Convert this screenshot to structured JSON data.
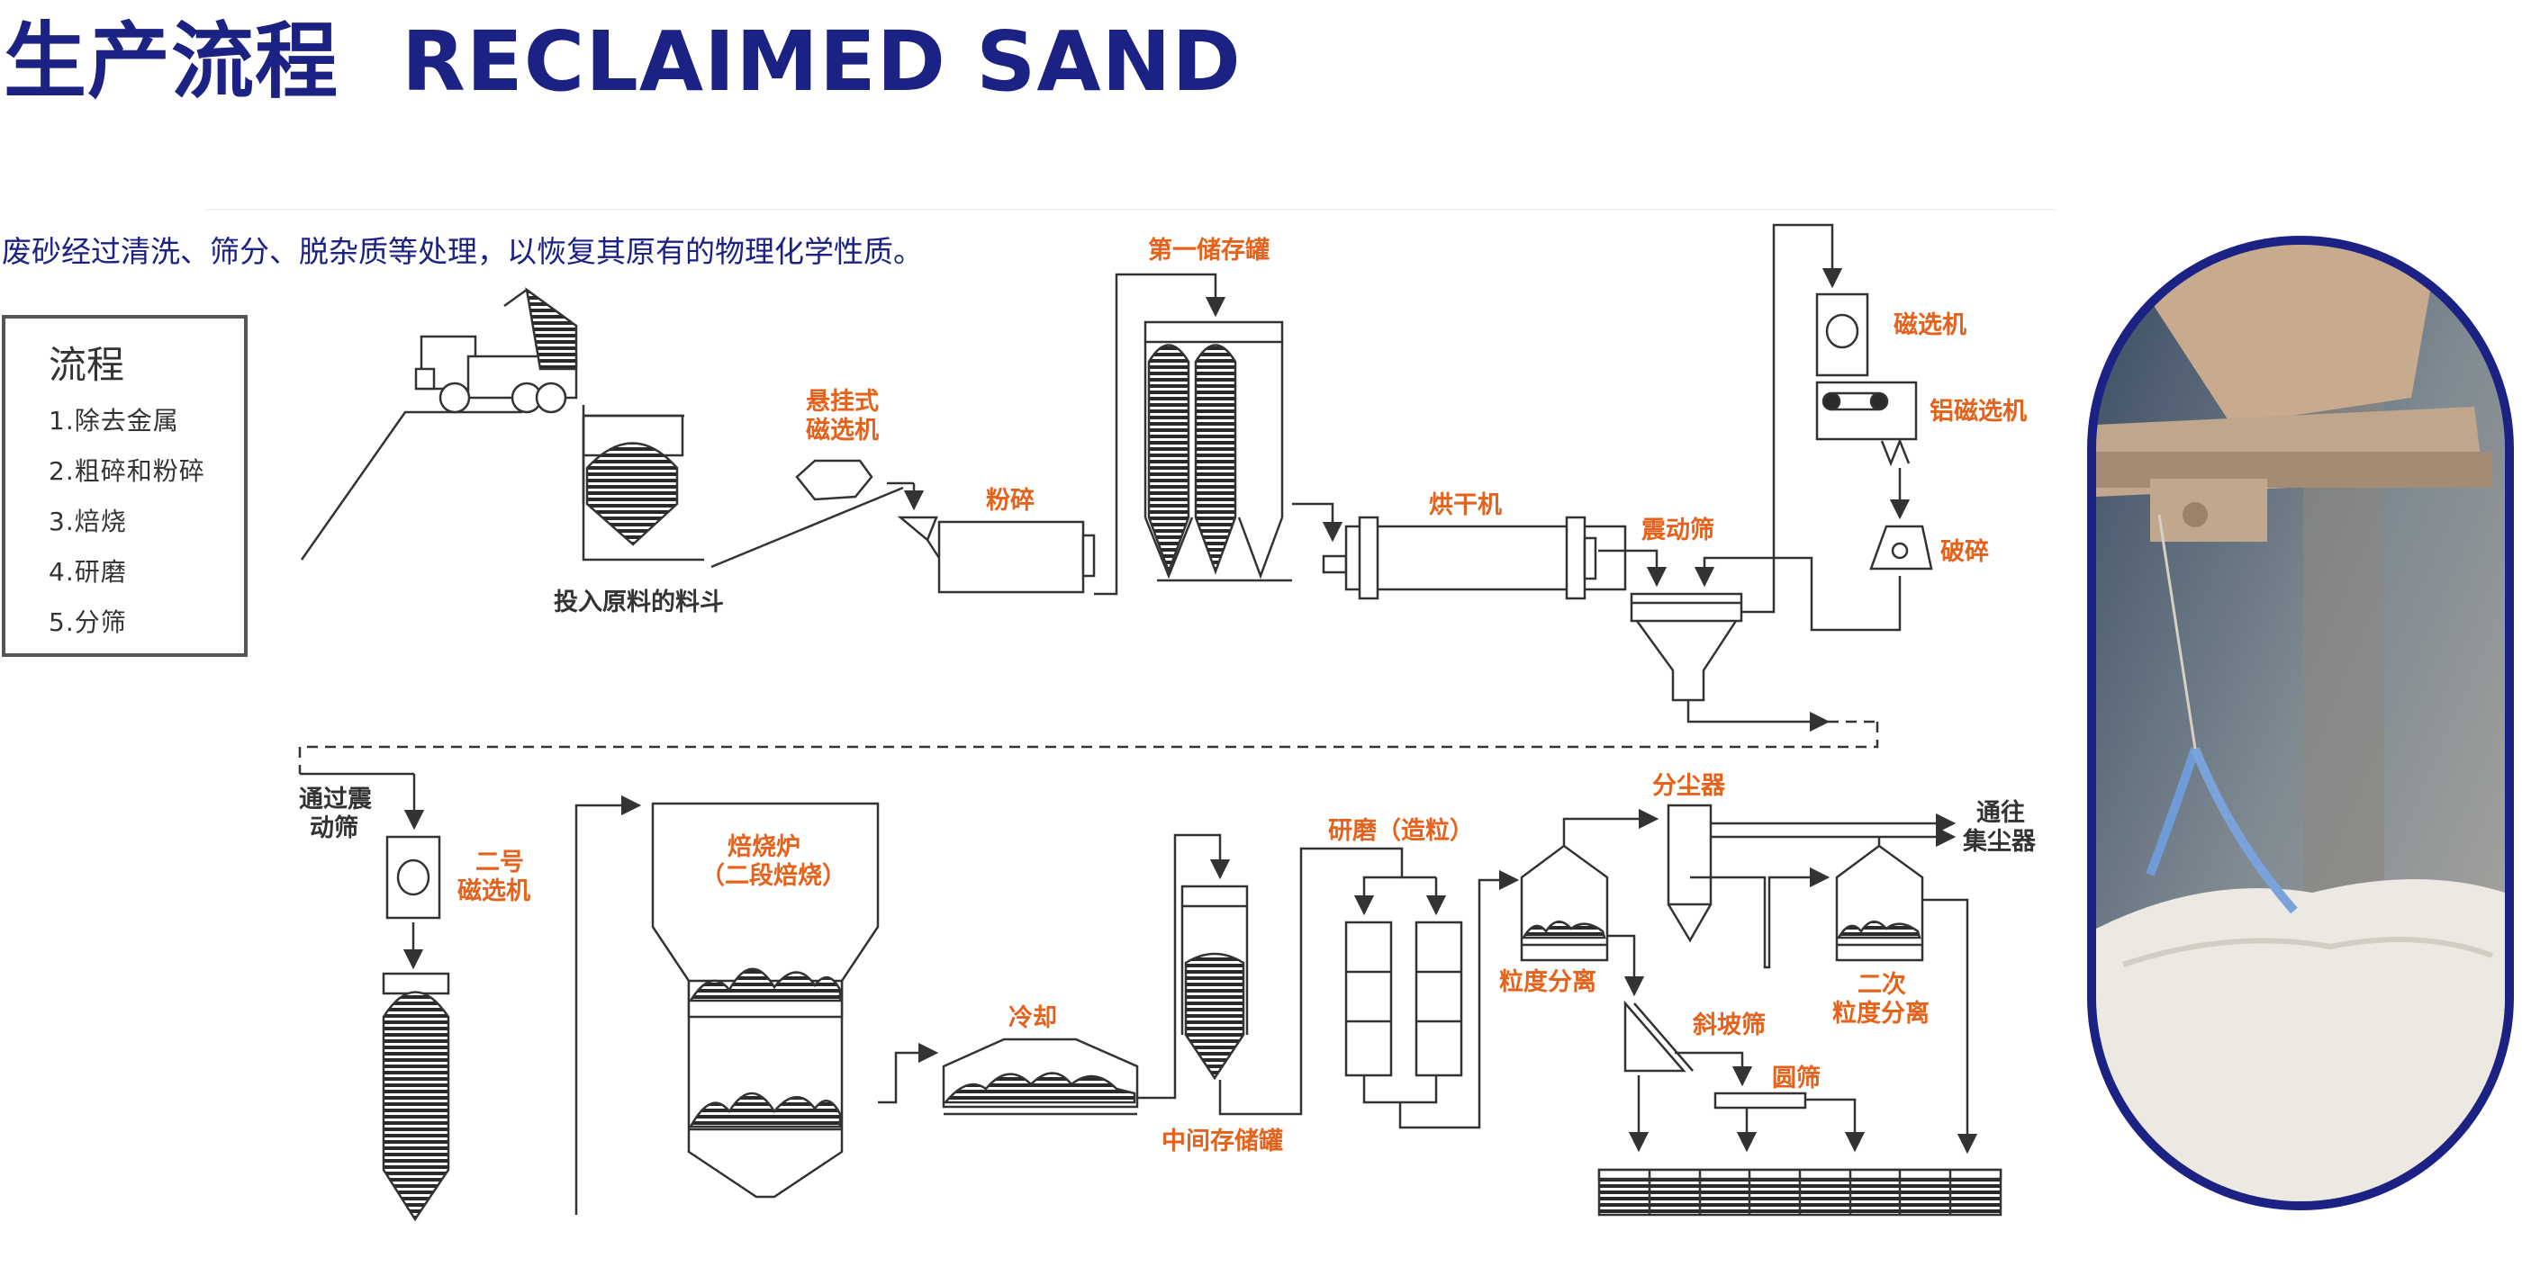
{
  "heading": {
    "zh": "生产流程",
    "en": "RECLAIMED SAND"
  },
  "intro": "废砂经过清洗、筛分、脱杂质等处理，以恢复其原有的物理化学性质。",
  "process": {
    "title": "流程",
    "steps": [
      "1.除去金属",
      "2.粗碎和粉碎",
      "3.焙烧",
      "4.研磨",
      "5.分筛"
    ]
  },
  "labels": {
    "hopper": "投入原料的料斗",
    "hanging_magnet_1": "悬挂式",
    "hanging_magnet_2": "磁选机",
    "crusher": "粉碎",
    "tank1": "第一储存罐",
    "dryer": "烘干机",
    "vib_screen": "震动筛",
    "magnet": "磁选机",
    "al_magnet": "铝磁选机",
    "break": "破碎",
    "via_screen_1": "通过震",
    "via_screen_2": "动筛",
    "magnet2_1": "二号",
    "magnet2_2": "磁选机",
    "furnace_1": "焙烧炉",
    "furnace_2": "（二段焙烧）",
    "cooling": "冷却",
    "mid_tank": "中间存储罐",
    "grinding": "研磨（造粒）",
    "dust_sep": "分尘器",
    "to_collector_1": "通往",
    "to_collector_2": "集尘器",
    "grain_sep": "粒度分离",
    "slope_screen": "斜坡筛",
    "round_screen": "圆筛",
    "grain_sep2_1": "二次",
    "grain_sep2_2": "粒度分离"
  },
  "colors": {
    "brand_blue": "#1c2184",
    "label_orange": "#e4621b",
    "line": "#333333"
  }
}
